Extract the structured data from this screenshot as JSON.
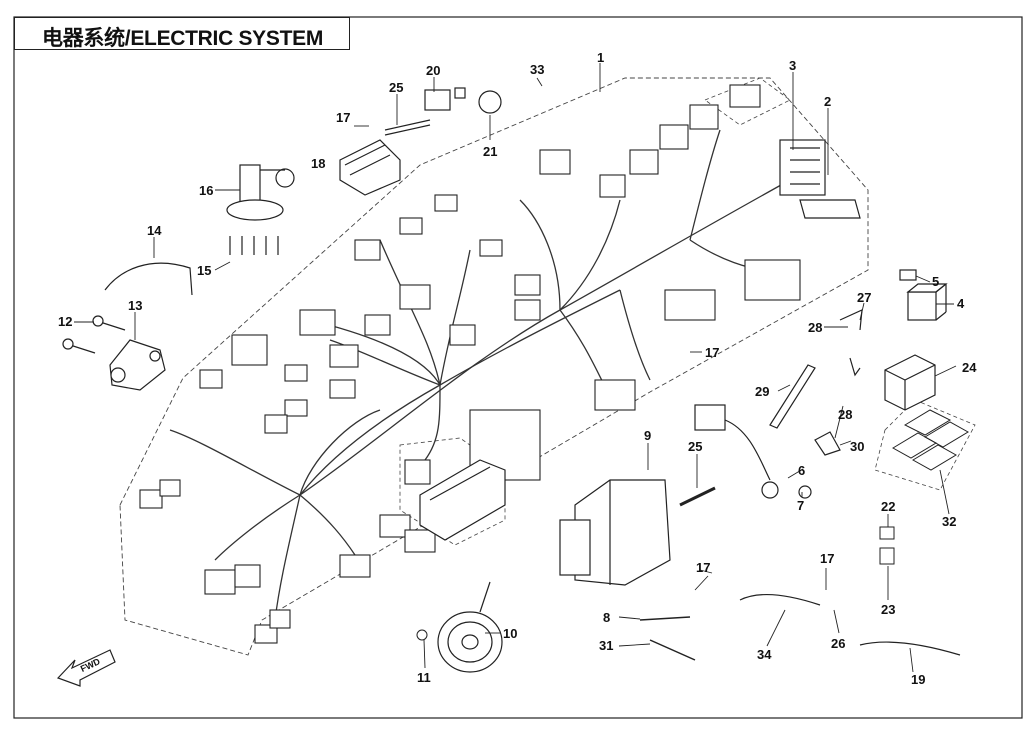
{
  "diagram": {
    "title": "电器系统/ELECTRIC SYSTEM",
    "fwd_label": "FWD",
    "callouts": [
      {
        "id": "c1",
        "label": "1"
      },
      {
        "id": "c2",
        "label": "2"
      },
      {
        "id": "c3",
        "label": "3"
      },
      {
        "id": "c4",
        "label": "4"
      },
      {
        "id": "c5",
        "label": "5"
      },
      {
        "id": "c6",
        "label": "6"
      },
      {
        "id": "c7",
        "label": "7"
      },
      {
        "id": "c8",
        "label": "8"
      },
      {
        "id": "c9",
        "label": "9"
      },
      {
        "id": "c10",
        "label": "10"
      },
      {
        "id": "c11",
        "label": "11"
      },
      {
        "id": "c12",
        "label": "12"
      },
      {
        "id": "c13",
        "label": "13"
      },
      {
        "id": "c14",
        "label": "14"
      },
      {
        "id": "c15",
        "label": "15"
      },
      {
        "id": "c16",
        "label": "16"
      },
      {
        "id": "c17a",
        "label": "17"
      },
      {
        "id": "c17b",
        "label": "17"
      },
      {
        "id": "c17c",
        "label": "17"
      },
      {
        "id": "c17d",
        "label": "17"
      },
      {
        "id": "c18",
        "label": "18"
      },
      {
        "id": "c19",
        "label": "19"
      },
      {
        "id": "c20",
        "label": "20"
      },
      {
        "id": "c21",
        "label": "21"
      },
      {
        "id": "c22",
        "label": "22"
      },
      {
        "id": "c23",
        "label": "23"
      },
      {
        "id": "c24",
        "label": "24"
      },
      {
        "id": "c25a",
        "label": "25"
      },
      {
        "id": "c25b",
        "label": "25"
      },
      {
        "id": "c26",
        "label": "26"
      },
      {
        "id": "c27",
        "label": "27"
      },
      {
        "id": "c28a",
        "label": "28"
      },
      {
        "id": "c28b",
        "label": "28"
      },
      {
        "id": "c29",
        "label": "29"
      },
      {
        "id": "c30",
        "label": "30"
      },
      {
        "id": "c31",
        "label": "31"
      },
      {
        "id": "c32",
        "label": "32"
      },
      {
        "id": "c33",
        "label": "33"
      },
      {
        "id": "c34",
        "label": "34"
      }
    ]
  }
}
